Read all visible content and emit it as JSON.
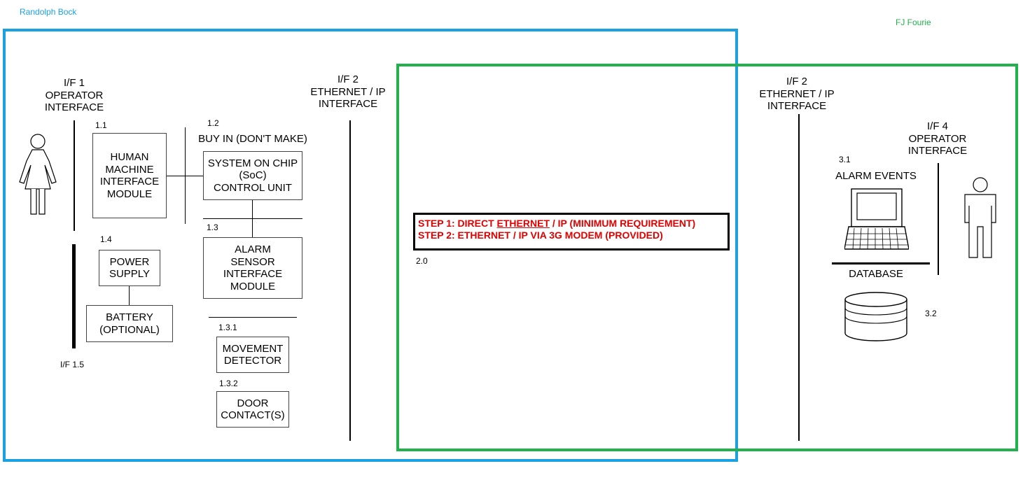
{
  "authors": {
    "left": {
      "name": "Randolph Bock",
      "color": "#1ba1e2"
    },
    "right": {
      "name": "FJ Fourie",
      "color": "#22b14c"
    }
  },
  "interfaces": {
    "if1": "I/F 1\nOPERATOR\nINTERFACE",
    "if2_left": "I/F 2\nETHERNET / IP\nINTERFACE",
    "if2_right": "I/F 2\nETHERNET / IP\nINTERFACE",
    "if4": "I/F 4\nOPERATOR\nINTERFACE",
    "if15": "I/F 1.5"
  },
  "modules": {
    "hmi": {
      "num": "1.1",
      "label": "HUMAN\nMACHINE\nINTERFACE\nMODULE"
    },
    "soc": {
      "num": "1.2",
      "caption": "BUY IN (DON'T MAKE)",
      "label": "SYSTEM ON CHIP\n(SoC)\nCONTROL UNIT"
    },
    "alarm_sensor": {
      "num": "1.3",
      "label": "ALARM\nSENSOR\nINTERFACE\nMODULE"
    },
    "power": {
      "num": "1.4",
      "label": "POWER\nSUPPLY"
    },
    "battery": {
      "label": "BATTERY\n(OPTIONAL)"
    },
    "movement": {
      "num": "1.3.1",
      "label": "MOVEMENT\nDETECTOR"
    },
    "door": {
      "num": "1.3.2",
      "label": "DOOR\nCONTACT(S)"
    }
  },
  "network": {
    "num": "2.0",
    "step1_pre": "STEP 1: DIRECT ",
    "step1_underlined": "ETHERNET",
    "step1_post": " / IP (MINIMUM REQUIREMENT)",
    "step2": "STEP 2: ETHERNET / IP VIA 3G MODEM (PROVIDED)",
    "text_color": "#e00000"
  },
  "server": {
    "alarm_num": "3.1",
    "alarm_label": "ALARM EVENTS",
    "database_label": "DATABASE",
    "database_num": "3.2"
  },
  "icons": [
    "person-female-icon",
    "person-male-icon",
    "computer-terminal-icon",
    "database-cylinder-icon"
  ]
}
